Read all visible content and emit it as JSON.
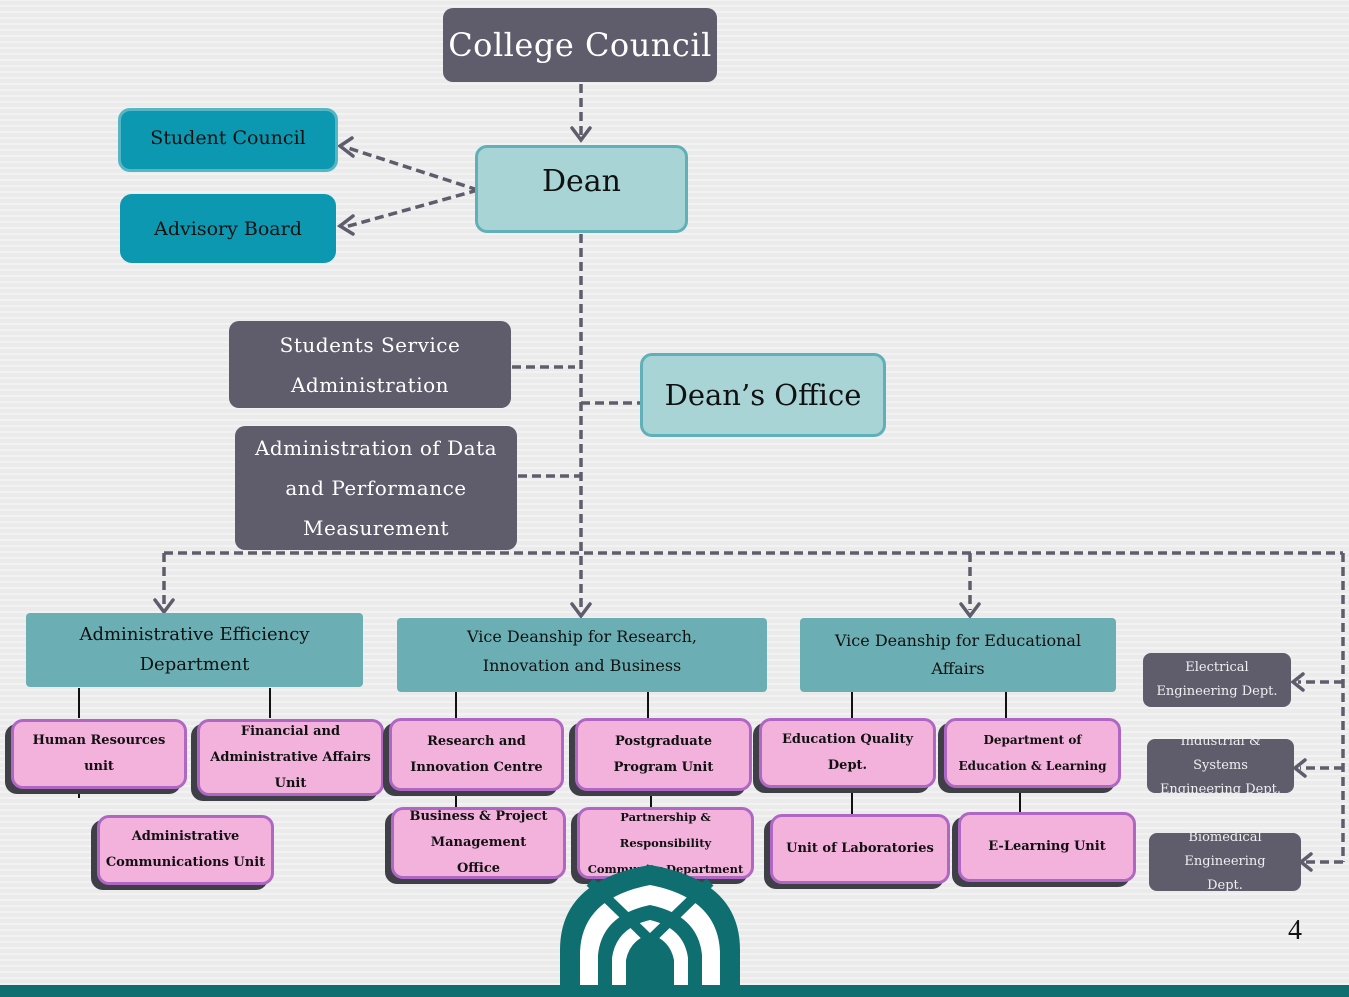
{
  "colors": {
    "dark_box": "#5f5c6b",
    "teal_box": "#0b98b0",
    "light_teal_box": "#a9d4d6",
    "mid_teal_box": "#6bafb4",
    "pink_box": "#f2b2dc",
    "pink_border": "#b067c4",
    "connector": "#5f5c6b",
    "footer": "#0f6f70"
  },
  "nodes": {
    "college_council": "College Council",
    "student_council": "Student Council",
    "advisory_board": "Advisory Board",
    "dean": "Dean",
    "students_service_admin": "Students Service Administration",
    "deans_office": "Dean’s Office",
    "data_performance_admin": "Administration of Data and Performance Measurement",
    "admin_efficiency_dept": "Administrative Efficiency Department",
    "vice_deanship_research": "Vice Deanship for Research, Innovation and Business",
    "vice_deanship_education": "Vice Deanship for Educational Affairs",
    "human_resources_unit": "Human Resources unit",
    "financial_admin_unit": "Financial and Administrative Affairs Unit",
    "admin_communications_unit": "Administrative Communications Unit",
    "research_innovation_centre": "Research and Innovation Centre",
    "postgraduate_program_unit": "Postgraduate Program Unit",
    "business_project_office": "Business & Project Management Office",
    "partnership_community_dept": "Partnership & Responsibility Community Department",
    "education_quality_dept": "Education Quality Dept.",
    "education_learning_dept": "Department of Education & Learning",
    "unit_of_laboratories": "Unit of Laboratories",
    "elearning_unit": "E-Learning Unit",
    "electrical_engineering_dept": "Electrical Engineering Dept.",
    "industrial_systems_dept": "Industrial & Systems Engineering Dept.",
    "biomedical_engineering_dept": "Biomedical Engineering Dept."
  },
  "page_number": "4"
}
